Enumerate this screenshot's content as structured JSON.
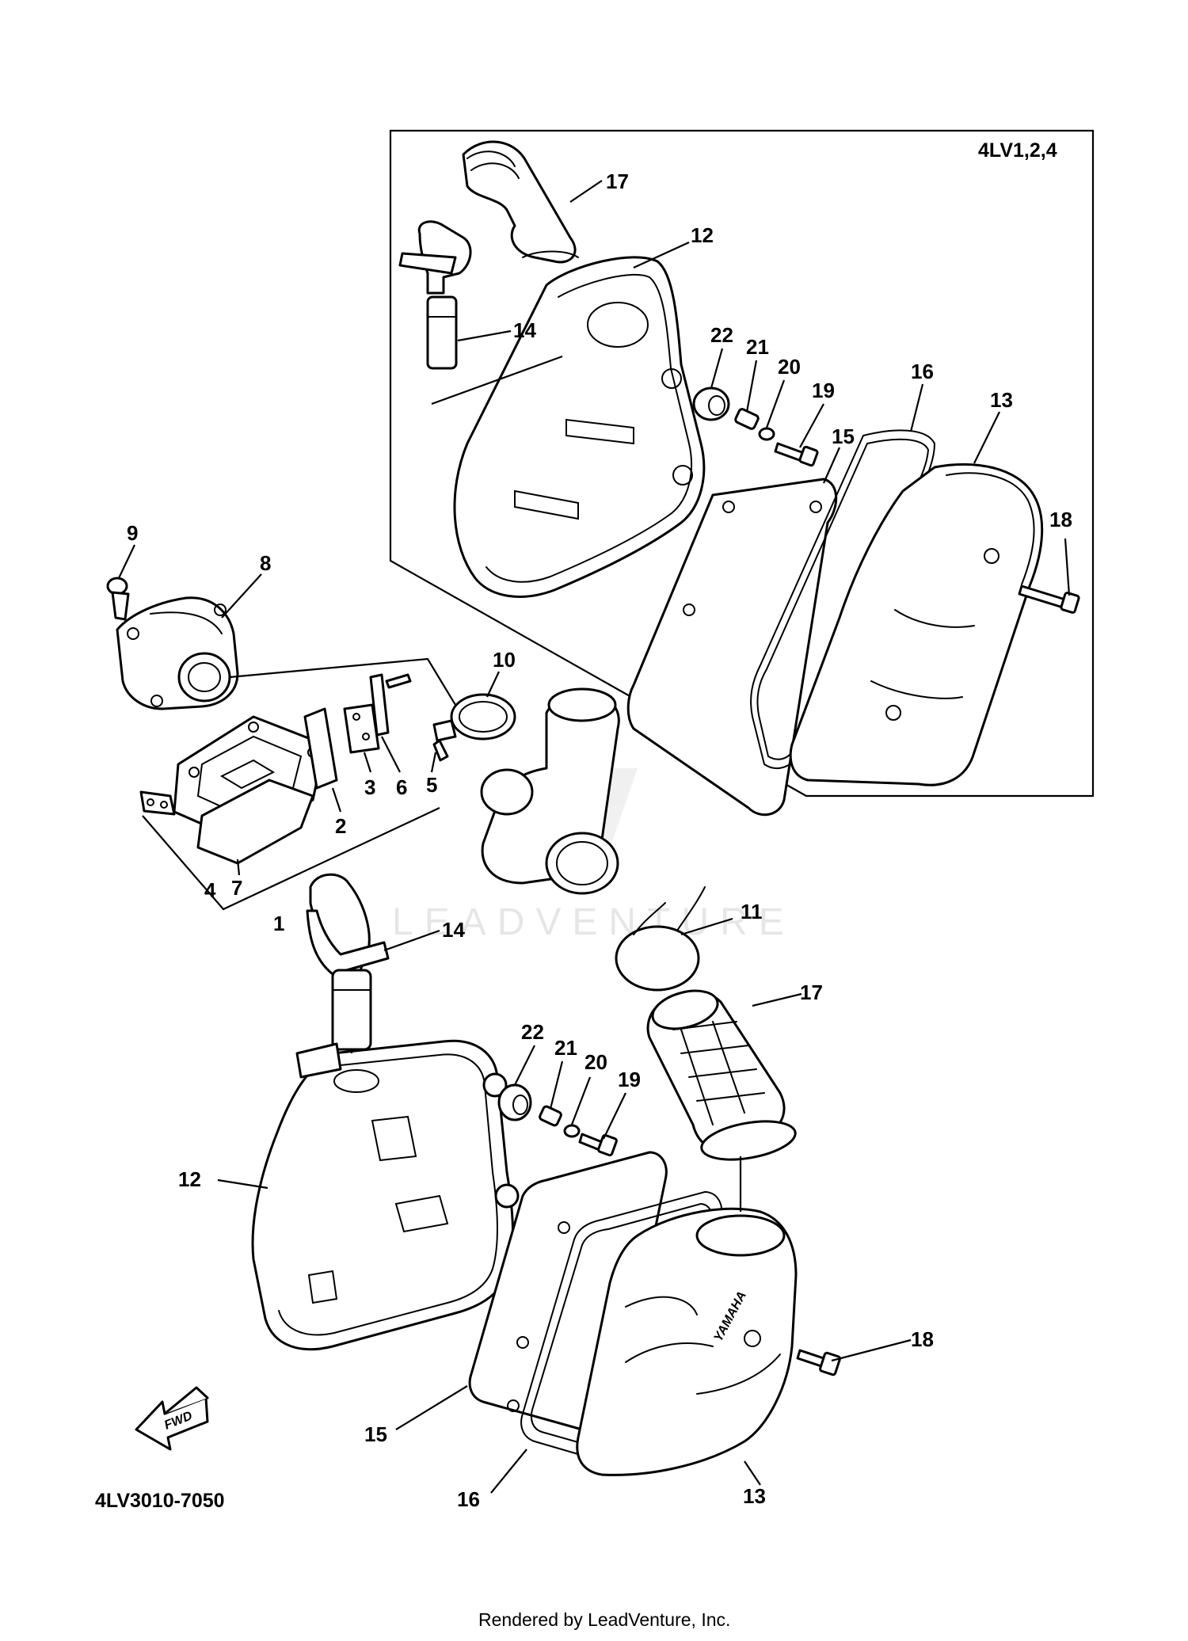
{
  "inset_label": "4LV1,2,4",
  "diagram_code": "4LV3010-7050",
  "footer_text": "Rendered by LeadVenture, Inc.",
  "watermark_text": "LEADVENTURE",
  "fwd_label": "FWD",
  "brand_stamp": "YAMAHA",
  "callouts": {
    "c1": "1",
    "c2": "2",
    "c3": "3",
    "c4": "4",
    "c5": "5",
    "c6": "6",
    "c7": "7",
    "c8": "8",
    "c9": "9",
    "c10": "10",
    "c11": "11",
    "c12_main": "12",
    "c12_inset": "12",
    "c13_main": "13",
    "c13_inset": "13",
    "c14_main": "14",
    "c14_inset": "14",
    "c15_main": "15",
    "c15_inset": "15",
    "c16_main": "16",
    "c16_inset": "16",
    "c17_main": "17",
    "c17_inset": "17",
    "c18_main": "18",
    "c18_inset": "18",
    "c19_main": "19",
    "c19_inset": "19",
    "c20_main": "20",
    "c20_inset": "20",
    "c21_main": "21",
    "c21_inset": "21",
    "c22_main": "22",
    "c22_inset": "22"
  }
}
